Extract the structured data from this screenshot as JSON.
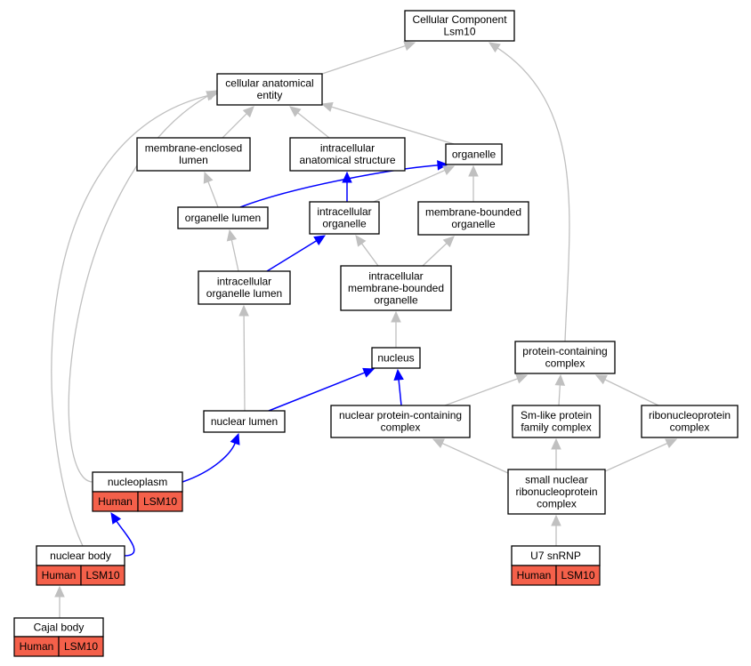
{
  "diagram": {
    "nodes": [
      {
        "id": "cellular-component",
        "lines": [
          "Cellular Component",
          "Lsm10"
        ]
      },
      {
        "id": "cellular-anatomical-entity",
        "lines": [
          "cellular anatomical",
          "entity"
        ]
      },
      {
        "id": "membrane-enclosed-lumen",
        "lines": [
          "membrane-enclosed",
          "lumen"
        ]
      },
      {
        "id": "intracellular-anatomical-structure",
        "lines": [
          "intracellular",
          "anatomical structure"
        ]
      },
      {
        "id": "organelle",
        "lines": [
          "organelle"
        ]
      },
      {
        "id": "organelle-lumen",
        "lines": [
          "organelle lumen"
        ]
      },
      {
        "id": "intracellular-organelle",
        "lines": [
          "intracellular",
          "organelle"
        ]
      },
      {
        "id": "membrane-bounded-organelle",
        "lines": [
          "membrane-bounded",
          "organelle"
        ]
      },
      {
        "id": "intracellular-organelle-lumen",
        "lines": [
          "intracellular",
          "organelle lumen"
        ]
      },
      {
        "id": "intracellular-membrane-bounded-organelle",
        "lines": [
          "intracellular",
          "membrane-bounded",
          "organelle"
        ]
      },
      {
        "id": "nucleus",
        "lines": [
          "nucleus"
        ]
      },
      {
        "id": "protein-containing-complex",
        "lines": [
          "protein-containing",
          "complex"
        ]
      },
      {
        "id": "nuclear-lumen",
        "lines": [
          "nuclear lumen"
        ]
      },
      {
        "id": "nuclear-protein-containing-complex",
        "lines": [
          "nuclear protein-containing",
          "complex"
        ]
      },
      {
        "id": "sm-like-protein-family-complex",
        "lines": [
          "Sm-like protein",
          "family complex"
        ]
      },
      {
        "id": "ribonucleoprotein-complex",
        "lines": [
          "ribonucleoprotein",
          "complex"
        ]
      },
      {
        "id": "nucleoplasm",
        "lines": [
          "nucleoplasm"
        ],
        "tags": [
          "Human",
          "LSM10"
        ]
      },
      {
        "id": "small-nuclear-ribonucleoprotein-complex",
        "lines": [
          "small nuclear",
          "ribonucleoprotein",
          "complex"
        ]
      },
      {
        "id": "nuclear-body",
        "lines": [
          "nuclear body"
        ],
        "tags": [
          "Human",
          "LSM10"
        ]
      },
      {
        "id": "u7-snrnp",
        "lines": [
          "U7 snRNP"
        ],
        "tags": [
          "Human",
          "LSM10"
        ]
      },
      {
        "id": "cajal-body",
        "lines": [
          "Cajal body"
        ],
        "tags": [
          "Human",
          "LSM10"
        ]
      }
    ],
    "edges": [
      {
        "from": "cellular-anatomical-entity",
        "to": "cellular-component",
        "relation": "is_a"
      },
      {
        "from": "protein-containing-complex",
        "to": "cellular-component",
        "relation": "is_a"
      },
      {
        "from": "membrane-enclosed-lumen",
        "to": "cellular-anatomical-entity",
        "relation": "is_a"
      },
      {
        "from": "intracellular-anatomical-structure",
        "to": "cellular-anatomical-entity",
        "relation": "is_a"
      },
      {
        "from": "organelle",
        "to": "cellular-anatomical-entity",
        "relation": "is_a"
      },
      {
        "from": "nucleoplasm",
        "to": "cellular-anatomical-entity",
        "relation": "is_a"
      },
      {
        "from": "nuclear-body",
        "to": "cellular-anatomical-entity",
        "relation": "is_a"
      },
      {
        "from": "organelle-lumen",
        "to": "membrane-enclosed-lumen",
        "relation": "is_a"
      },
      {
        "from": "organelle-lumen",
        "to": "organelle",
        "relation": "part_of"
      },
      {
        "from": "intracellular-organelle",
        "to": "organelle",
        "relation": "is_a"
      },
      {
        "from": "membrane-bounded-organelle",
        "to": "organelle",
        "relation": "is_a"
      },
      {
        "from": "intracellular-organelle",
        "to": "intracellular-anatomical-structure",
        "relation": "part_of"
      },
      {
        "from": "intracellular-organelle-lumen",
        "to": "organelle-lumen",
        "relation": "is_a"
      },
      {
        "from": "intracellular-organelle-lumen",
        "to": "intracellular-organelle",
        "relation": "part_of"
      },
      {
        "from": "intracellular-membrane-bounded-organelle",
        "to": "intracellular-organelle",
        "relation": "is_a"
      },
      {
        "from": "intracellular-membrane-bounded-organelle",
        "to": "membrane-bounded-organelle",
        "relation": "is_a"
      },
      {
        "from": "nucleus",
        "to": "intracellular-membrane-bounded-organelle",
        "relation": "is_a"
      },
      {
        "from": "nuclear-lumen",
        "to": "intracellular-organelle-lumen",
        "relation": "is_a"
      },
      {
        "from": "nuclear-lumen",
        "to": "nucleus",
        "relation": "part_of"
      },
      {
        "from": "nuclear-protein-containing-complex",
        "to": "nucleus",
        "relation": "part_of"
      },
      {
        "from": "nuclear-protein-containing-complex",
        "to": "protein-containing-complex",
        "relation": "is_a"
      },
      {
        "from": "sm-like-protein-family-complex",
        "to": "protein-containing-complex",
        "relation": "is_a"
      },
      {
        "from": "ribonucleoprotein-complex",
        "to": "protein-containing-complex",
        "relation": "is_a"
      },
      {
        "from": "nucleoplasm",
        "to": "nuclear-lumen",
        "relation": "part_of"
      },
      {
        "from": "small-nuclear-ribonucleoprotein-complex",
        "to": "nuclear-protein-containing-complex",
        "relation": "is_a"
      },
      {
        "from": "small-nuclear-ribonucleoprotein-complex",
        "to": "sm-like-protein-family-complex",
        "relation": "is_a"
      },
      {
        "from": "small-nuclear-ribonucleoprotein-complex",
        "to": "ribonucleoprotein-complex",
        "relation": "is_a"
      },
      {
        "from": "nuclear-body",
        "to": "nucleoplasm",
        "relation": "part_of"
      },
      {
        "from": "u7-snrnp",
        "to": "small-nuclear-ribonucleoprotein-complex",
        "relation": "is_a"
      },
      {
        "from": "cajal-body",
        "to": "nuclear-body",
        "relation": "is_a"
      }
    ]
  },
  "colors": {
    "annotation_fill": "#f4604a",
    "is_a_edge": "#c0c0c0",
    "part_of_edge": "#0000ff",
    "node_border": "#000000"
  }
}
